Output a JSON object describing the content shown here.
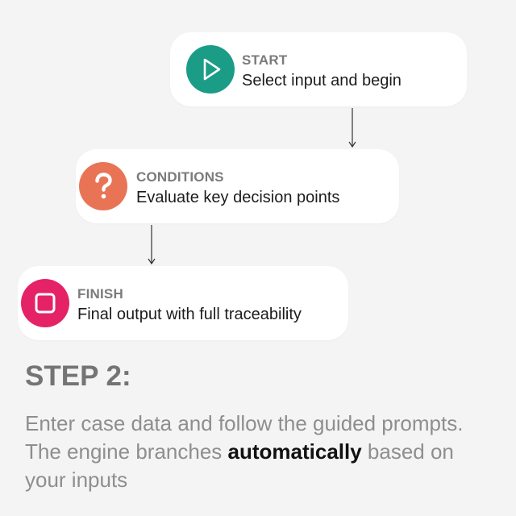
{
  "flow": {
    "start": {
      "label": "START",
      "description": "Select input and begin",
      "icon": "play-icon",
      "color": "#1b9c86"
    },
    "conditions": {
      "label": "CONDITIONS",
      "description": "Evaluate key decision points",
      "icon": "question-icon",
      "color": "#e97455"
    },
    "finish": {
      "label": "FINISH",
      "description": "Final output with full traceability",
      "icon": "stop-icon",
      "color": "#e62266"
    }
  },
  "step": {
    "title": "STEP 2:",
    "body_part1": "Enter case data and follow the guided prompts. The engine branches ",
    "body_emphasis": "automatically",
    "body_part2": " based on your inputs"
  }
}
